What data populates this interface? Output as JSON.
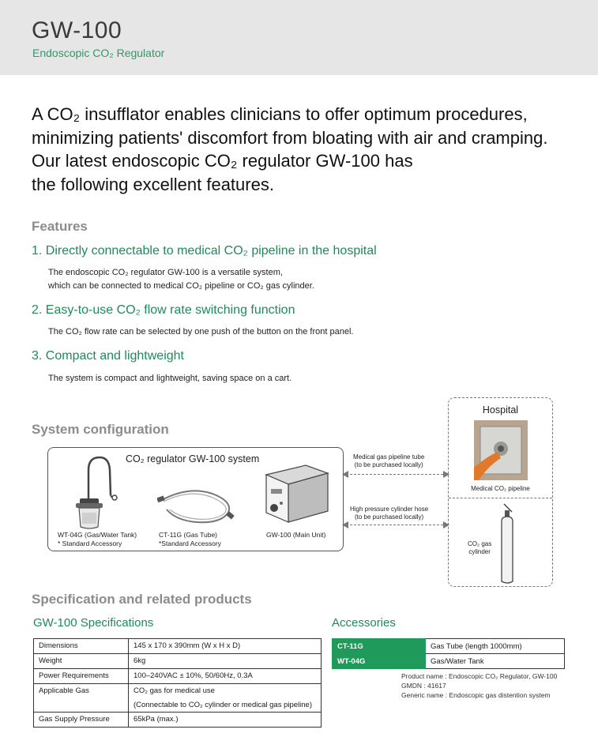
{
  "header": {
    "title": "GW-100",
    "subtitle": "Endoscopic CO₂ Regulator"
  },
  "intro": [
    "A CO₂ insufflator enables clinicians to offer optimum procedures,",
    "minimizing patients' discomfort from bloating with air and cramping.",
    "Our latest endoscopic CO₂ regulator GW-100 has",
    "the following excellent features."
  ],
  "features": {
    "title": "Features",
    "items": [
      {
        "heading": "1. Directly connectable to medical CO₂ pipeline in the hospital",
        "body_lines": [
          "The endoscopic CO₂ regulator GW-100 is a versatile system,",
          "which can be connected to medical CO₂ pipeline or CO₂ gas cylinder."
        ]
      },
      {
        "heading": "2. Easy-to-use CO₂ flow rate switching function",
        "body_lines": [
          "The CO₂ flow rate can be selected by one push of the button on the front panel."
        ]
      },
      {
        "heading": "3. Compact and lightweight",
        "body_lines": [
          "The system is compact and lightweight, saving space on a cart."
        ]
      }
    ]
  },
  "system": {
    "title": "System configuration",
    "box_title": "CO₂ regulator GW-100 system",
    "tank_label": [
      "WT-04G (Gas/Water Tank)",
      "* Standard Accessory"
    ],
    "tube_label": [
      "CT-11G (Gas Tube)",
      "*Standard Accessory"
    ],
    "unit_label": "GW-100 (Main Unit)",
    "pipeline_tube": [
      "Medical gas pipeline tube",
      "(to be purchased locally)"
    ],
    "cylinder_hose": [
      "High pressure cylinder hose",
      "(to be purchased locally)"
    ],
    "hospital": "Hospital",
    "medical_pipeline": "Medical CO₂ pipeline",
    "cylinder": [
      "CO₂ gas",
      "cylinder"
    ]
  },
  "spec_section": {
    "title": "Specification and related products",
    "spec_title": "GW-100 Specifications",
    "spec_rows": [
      {
        "key": "Dimensions",
        "value": "145 x 170 x 390mm (W x H x D)"
      },
      {
        "key": "Weight",
        "value": "6kg"
      },
      {
        "key": "Power Requirements",
        "value": "100–240VAC ± 10%, 50/60Hz, 0.3A"
      },
      {
        "key": "Applicable Gas",
        "value": "CO₂ gas for medical use",
        "value2": "(Connectable to CO₂ cylinder or medical gas pipeline)"
      },
      {
        "key": "Gas Supply Pressure",
        "value": "65kPa (max.)"
      }
    ],
    "acc_title": "Accessories",
    "acc_rows": [
      {
        "key": "CT-11G",
        "value": "Gas Tube (length 1000mm)"
      },
      {
        "key": "WT-04G",
        "value": "Gas/Water Tank"
      }
    ],
    "product_info": [
      "Product name : Endoscopic CO₂ Regulator, GW-100",
      "GMDN : 41617",
      "Generic name : Endoscopic gas distention system"
    ]
  }
}
